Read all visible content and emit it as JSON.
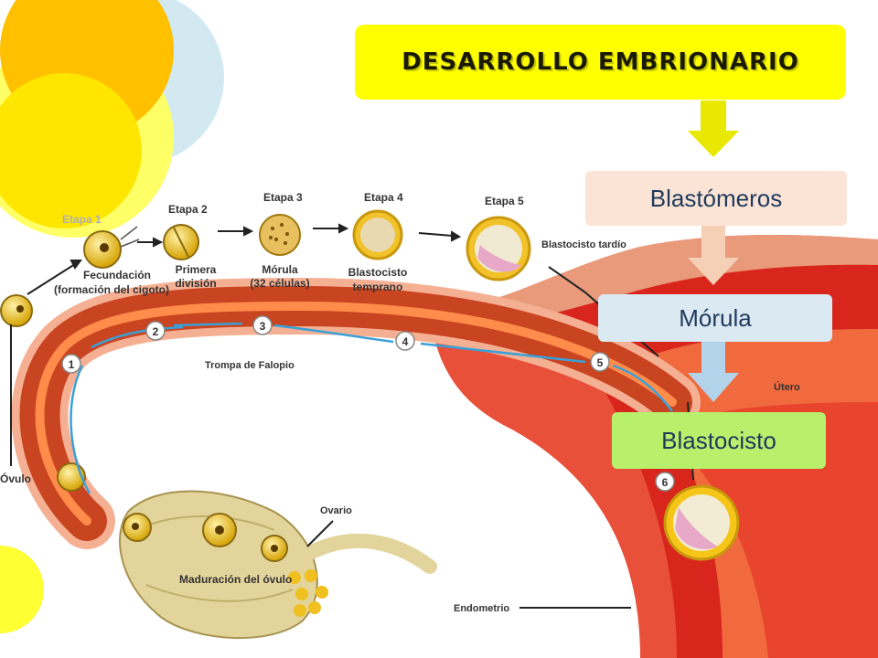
{
  "title": "DESARROLLO EMBRIONARIO",
  "flow_steps": [
    "Blastómeros",
    "Mórula",
    "Blastocisto"
  ],
  "diagram_labels": {
    "etapa1": "Etapa 1",
    "etapa2": "Etapa 2",
    "etapa3": "Etapa 3",
    "etapa4": "Etapa 4",
    "etapa5": "Etapa 5",
    "fecundacion": "Fecundación",
    "formacion_cigoto": "(formación del cigoto)",
    "primera": "Primera",
    "division": "división",
    "morula": "Mórula",
    "celulas": "(32 células)",
    "blastocisto": "Blastocisto",
    "temprano": "temprano",
    "blastocisto_tardio": "Blastocisto tardío",
    "trompa": "Trompa de Falopio",
    "utero": "Útero",
    "ovulo": "Óvulo",
    "ovario": "Ovario",
    "maduracion": "Maduración del óvulo",
    "endometrio": "Endometrio",
    "numbers": [
      "1",
      "2",
      "3",
      "4",
      "5",
      "6"
    ]
  },
  "colors": {
    "title_bg": "#ffff00",
    "step1_bg": "#fbe4d5",
    "step2_bg": "#dbe9f3",
    "step3_bg": "#b8f06c",
    "arrow1": "#e8e800",
    "arrow2": "#f6cfb7",
    "arrow3": "#b3d3ea"
  }
}
